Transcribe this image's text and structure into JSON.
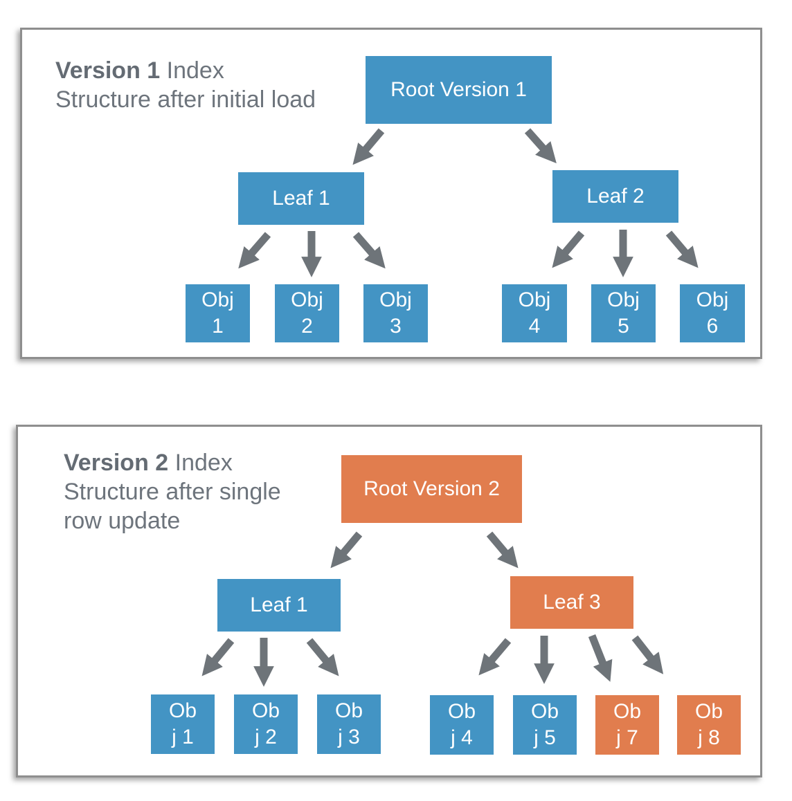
{
  "panels": [
    {
      "heading_bold": "Version 1",
      "heading_rest": " Index",
      "subtitle_lines": [
        "Structure after initial load"
      ],
      "root": {
        "label": "Root Version 1",
        "color": "#4394c4"
      },
      "leaves": [
        {
          "label": "Leaf 1",
          "color": "#4394c4"
        },
        {
          "label": "Leaf 2",
          "color": "#4394c4"
        }
      ],
      "objects": [
        {
          "line1": "Obj",
          "line2": "1",
          "color": "#4394c4"
        },
        {
          "line1": "Obj",
          "line2": "2",
          "color": "#4394c4"
        },
        {
          "line1": "Obj",
          "line2": "3",
          "color": "#4394c4"
        },
        {
          "line1": "Obj",
          "line2": "4",
          "color": "#4394c4"
        },
        {
          "line1": "Obj",
          "line2": "5",
          "color": "#4394c4"
        },
        {
          "line1": "Obj",
          "line2": "6",
          "color": "#4394c4"
        }
      ]
    },
    {
      "heading_bold": "Version 2",
      "heading_rest": " Index",
      "subtitle_lines": [
        "Structure after single",
        "row update"
      ],
      "root": {
        "label": "Root Version 2",
        "color": "#e17d4e"
      },
      "leaves": [
        {
          "label": "Leaf 1",
          "color": "#4394c4"
        },
        {
          "label": "Leaf 3",
          "color": "#e17d4e"
        }
      ],
      "objects": [
        {
          "line1": "Ob",
          "line2": "j 1",
          "color": "#4394c4"
        },
        {
          "line1": "Ob",
          "line2": "j 2",
          "color": "#4394c4"
        },
        {
          "line1": "Ob",
          "line2": "j 3",
          "color": "#4394c4"
        },
        {
          "line1": "Ob",
          "line2": "j 4",
          "color": "#4394c4"
        },
        {
          "line1": "Ob",
          "line2": "j 5",
          "color": "#4394c4"
        },
        {
          "line1": "Ob",
          "line2": "j 7",
          "color": "#e17d4e"
        },
        {
          "line1": "Ob",
          "line2": "j 8",
          "color": "#e17d4e"
        }
      ]
    }
  ],
  "colors": {
    "unchanged": "#4394c4",
    "changed": "#e17d4e",
    "arrow": "#6e7479",
    "border": "#8e8e8e"
  }
}
